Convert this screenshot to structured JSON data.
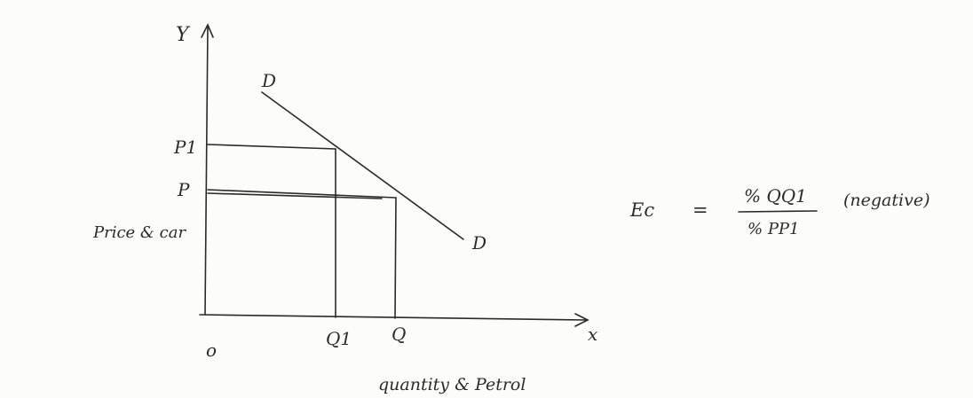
{
  "diagram": {
    "axes": {
      "y_axis_label": "Y",
      "x_axis_label": "x",
      "origin_label": "o",
      "y_title": "Price & car",
      "x_title": "quantity & Petrol"
    },
    "demand_curve": {
      "label_start": "D",
      "label_end": "D"
    },
    "price_levels": {
      "p1": "P1",
      "p": "P"
    },
    "quantity_levels": {
      "q1": "Q1",
      "q": "Q"
    }
  },
  "formula": {
    "lhs": "Ec",
    "equals": "=",
    "numerator": "% QQ1",
    "denominator": "% PP1",
    "note": "(negative)"
  }
}
